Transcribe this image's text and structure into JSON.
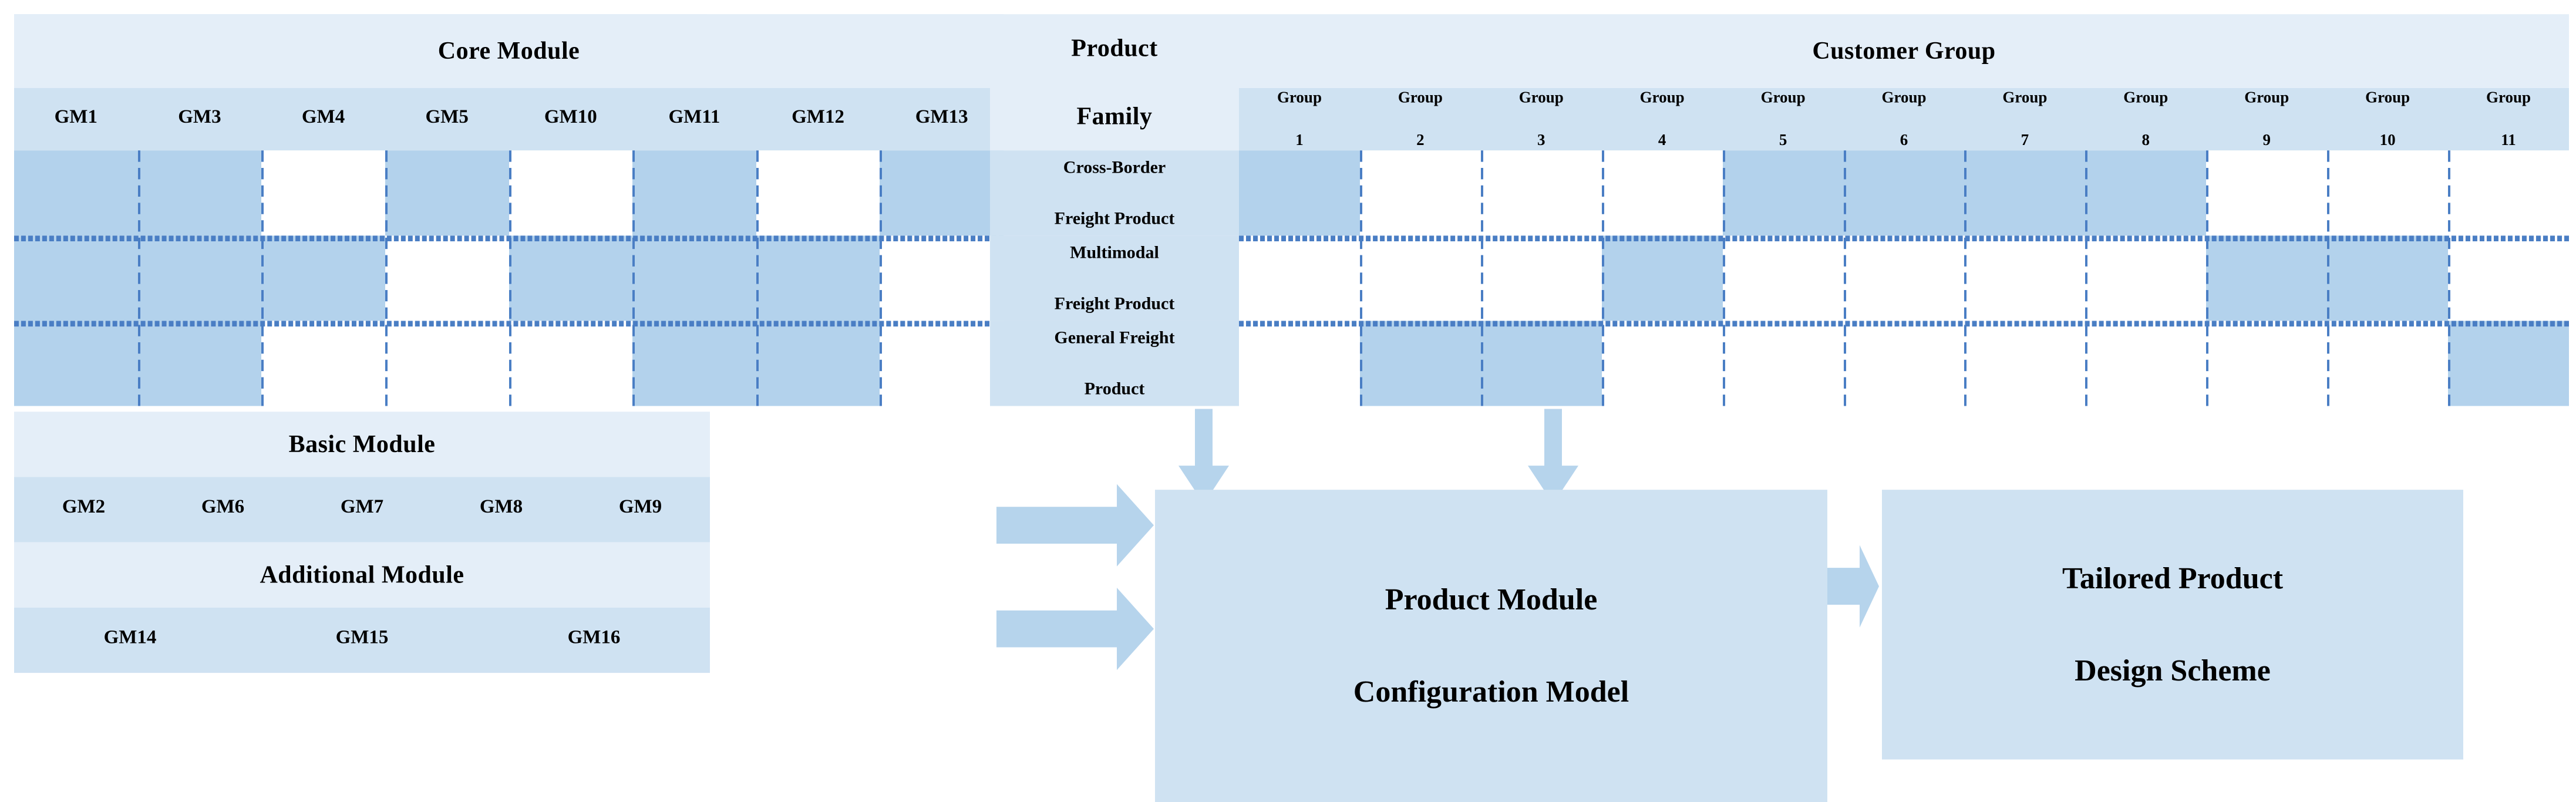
{
  "diagram": {
    "title_core": "Core Module",
    "title_basic": "Basic Module",
    "title_additional": "Additional Module",
    "title_customer_group": "Customer Group",
    "title_product_family": "Product\nFamily",
    "product_family_line1": "Product",
    "product_family_line2": "Family"
  },
  "core_module": {
    "header": "Core Module",
    "columns": [
      "GM1",
      "GM3",
      "GM4",
      "GM5",
      "GM10",
      "GM11",
      "GM12",
      "GM13"
    ],
    "matrix": [
      [
        1,
        1,
        0,
        1,
        0,
        1,
        0,
        1
      ],
      [
        1,
        1,
        1,
        0,
        1,
        1,
        1,
        0
      ],
      [
        1,
        1,
        0,
        0,
        0,
        1,
        1,
        0
      ]
    ]
  },
  "basic_module": {
    "header": "Basic Module",
    "columns": [
      "GM2",
      "GM6",
      "GM7",
      "GM8",
      "GM9"
    ]
  },
  "additional_module": {
    "header": "Additional Module",
    "columns": [
      "GM14",
      "GM15",
      "GM16"
    ]
  },
  "product_family": {
    "header_line1": "Product",
    "header_line2": "Family",
    "rows": [
      "Cross-Border Freight Product",
      "Multimodal Freight Product",
      "General Freight Product"
    ],
    "rows_split": [
      [
        "Cross-Border",
        "Freight Product"
      ],
      [
        "Multimodal",
        "Freight Product"
      ],
      [
        "General Freight",
        "Product"
      ]
    ]
  },
  "customer_group": {
    "header": "Customer Group",
    "columns": [
      "Group 1",
      "Group 2",
      "Group 3",
      "Group 4",
      "Group 5",
      "Group 6",
      "Group 7",
      "Group 8",
      "Group 9",
      "Group 10",
      "Group 11"
    ],
    "column_word": "Group",
    "column_numbers": [
      "1",
      "2",
      "3",
      "4",
      "5",
      "6",
      "7",
      "8",
      "9",
      "10",
      "11"
    ],
    "matrix": [
      [
        1,
        0,
        0,
        0,
        1,
        1,
        1,
        1,
        0,
        0,
        0
      ],
      [
        0,
        0,
        0,
        1,
        0,
        0,
        0,
        0,
        1,
        1,
        0
      ],
      [
        0,
        1,
        1,
        0,
        0,
        0,
        0,
        0,
        0,
        0,
        1
      ]
    ]
  },
  "flow": {
    "box_config_line1": "Product Module",
    "box_config_line2": "Configuration Model",
    "box_result_line1": "Tailored Product",
    "box_result_line2": "Design Scheme"
  },
  "colors": {
    "title_band": "#e4eef8",
    "sub_band": "#cfe2f2",
    "cell_filled": "#b3d2ec",
    "cell_empty": "#ffffff",
    "dash_line": "#4a7ec4",
    "arrow": "#b6d4ec",
    "box_fill": "#cfe2f2",
    "text": "#000000"
  }
}
